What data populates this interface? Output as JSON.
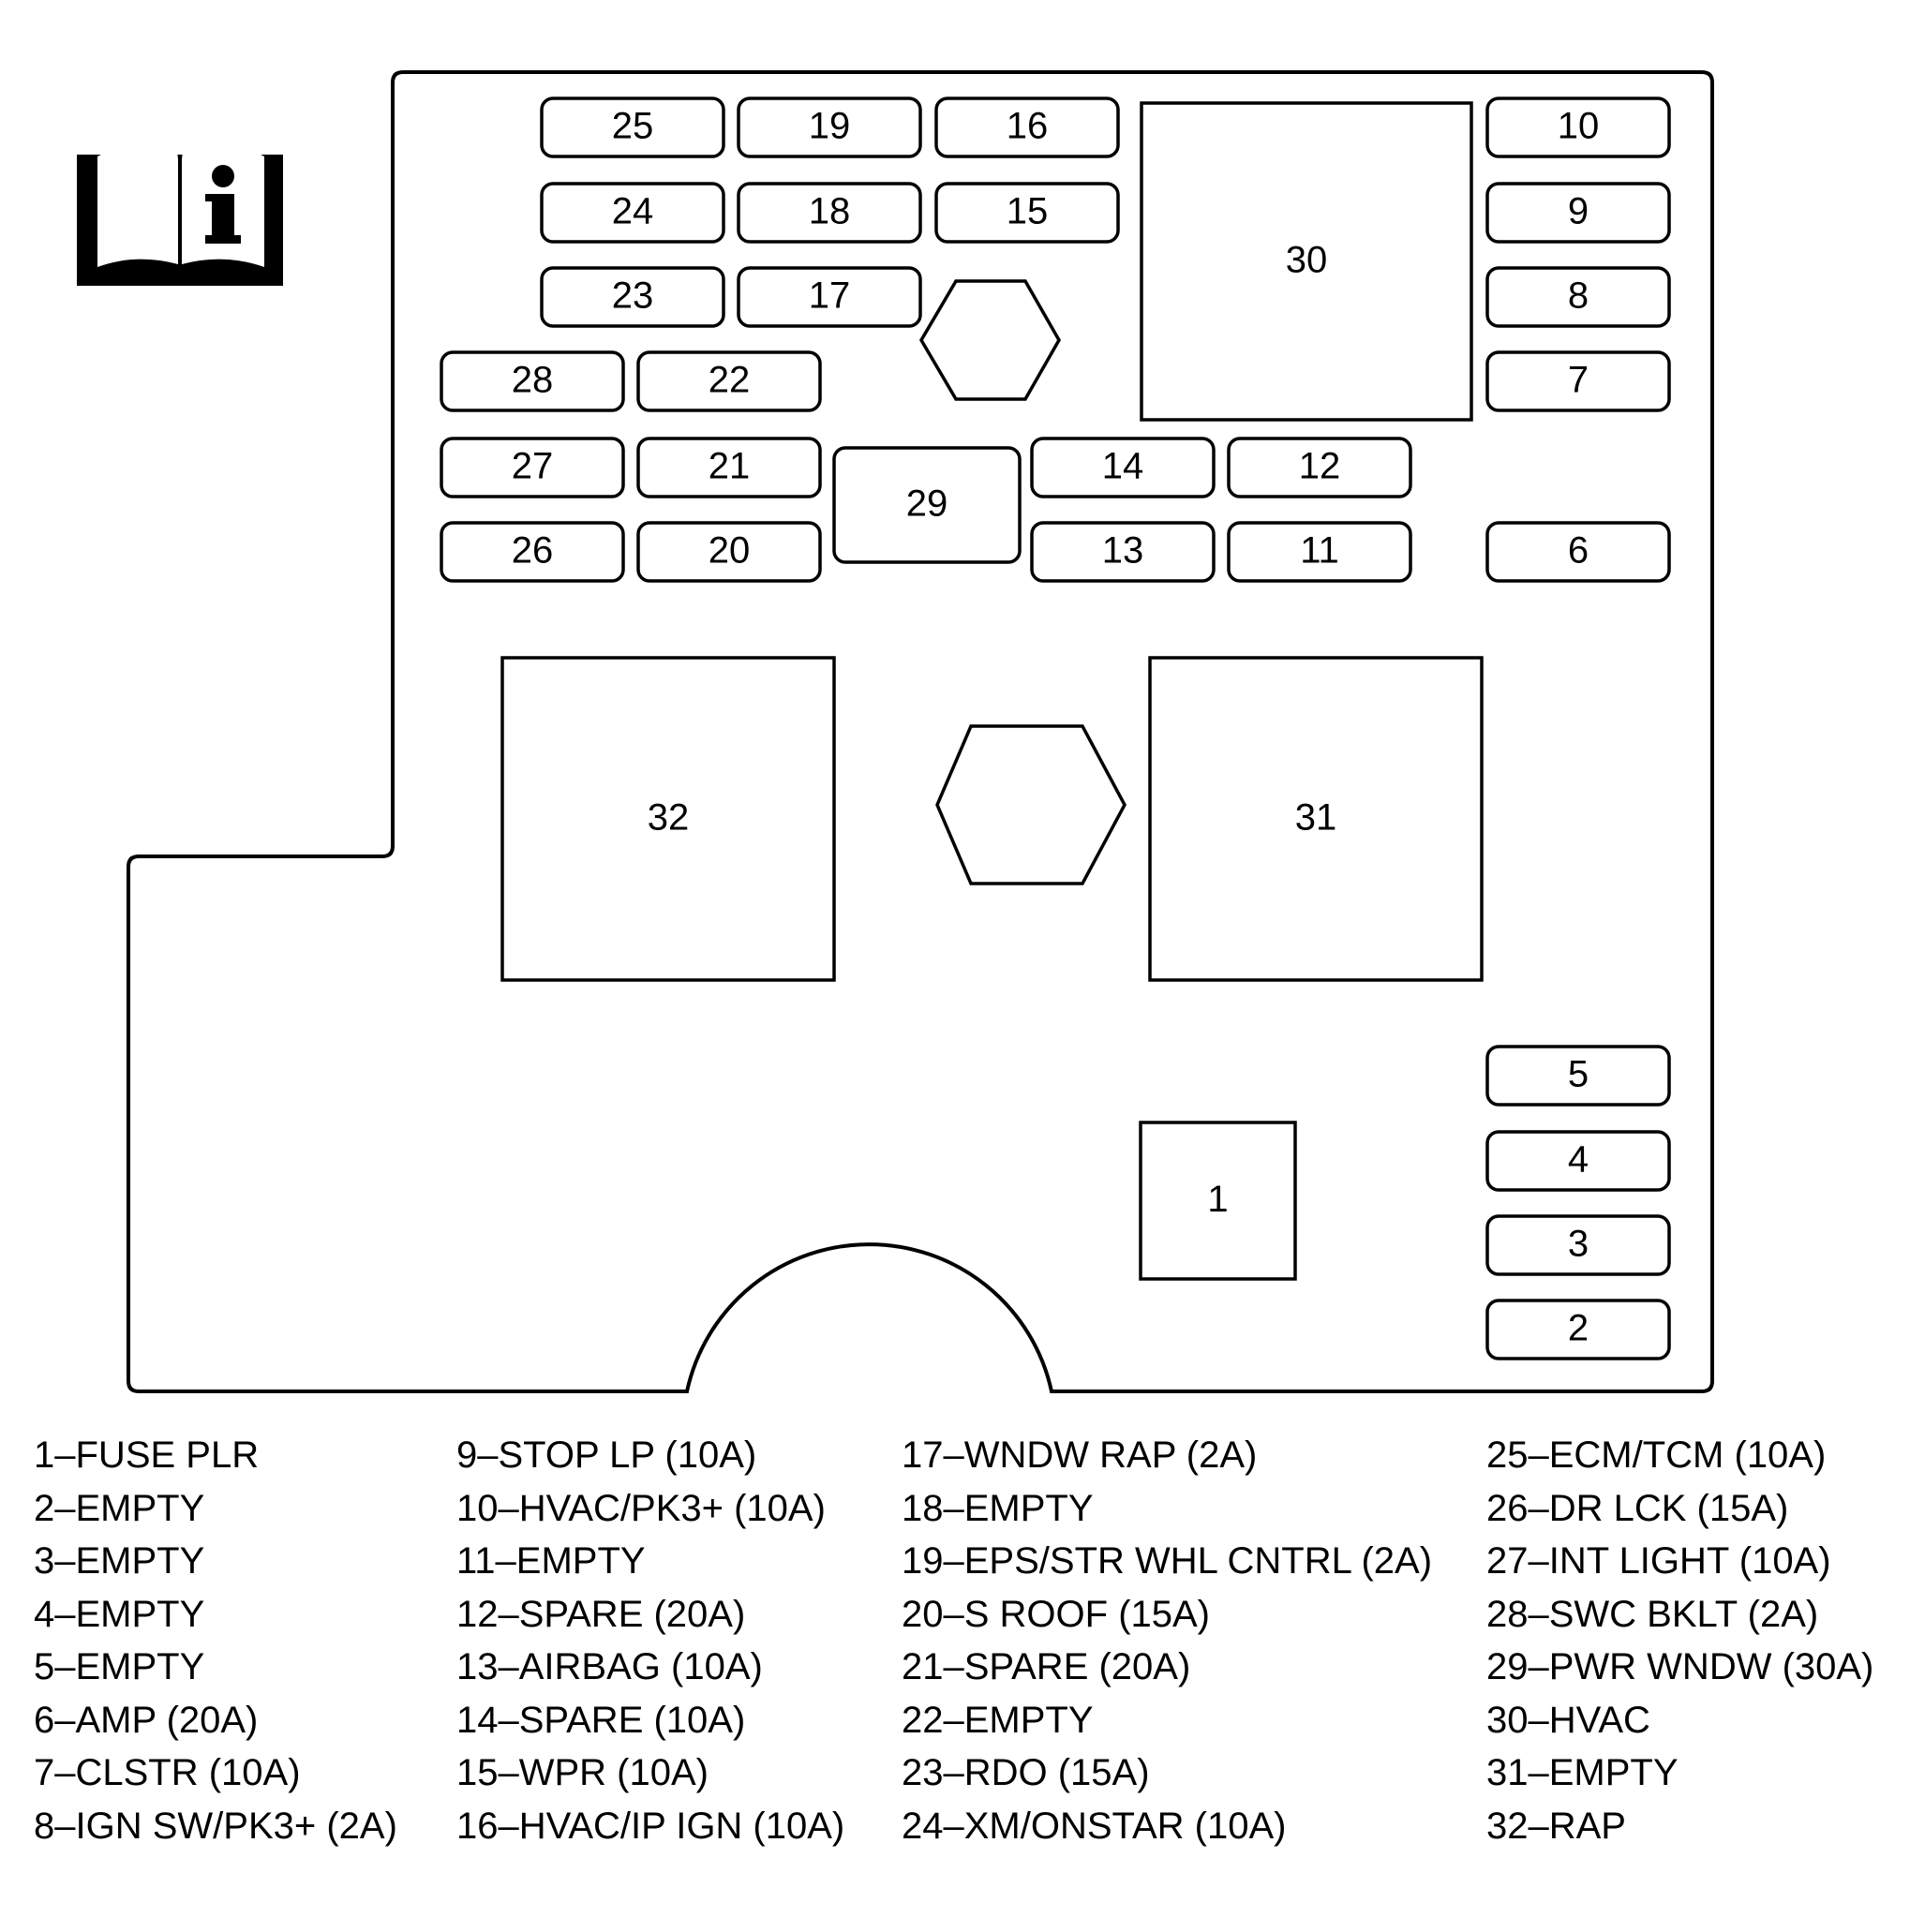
{
  "icon": "manual-info-icon",
  "fuse_slots": [
    {
      "id": "25",
      "kind": "fuse"
    },
    {
      "id": "19",
      "kind": "fuse"
    },
    {
      "id": "16",
      "kind": "fuse"
    },
    {
      "id": "10",
      "kind": "fuse"
    },
    {
      "id": "24",
      "kind": "fuse"
    },
    {
      "id": "18",
      "kind": "fuse"
    },
    {
      "id": "15",
      "kind": "fuse"
    },
    {
      "id": "9",
      "kind": "fuse"
    },
    {
      "id": "23",
      "kind": "fuse"
    },
    {
      "id": "17",
      "kind": "fuse"
    },
    {
      "id": "8",
      "kind": "fuse"
    },
    {
      "id": "28",
      "kind": "fuse"
    },
    {
      "id": "22",
      "kind": "fuse"
    },
    {
      "id": "7",
      "kind": "fuse"
    },
    {
      "id": "27",
      "kind": "fuse"
    },
    {
      "id": "21",
      "kind": "fuse"
    },
    {
      "id": "14",
      "kind": "fuse"
    },
    {
      "id": "12",
      "kind": "fuse"
    },
    {
      "id": "26",
      "kind": "fuse"
    },
    {
      "id": "20",
      "kind": "fuse"
    },
    {
      "id": "13",
      "kind": "fuse"
    },
    {
      "id": "11",
      "kind": "fuse"
    },
    {
      "id": "6",
      "kind": "fuse"
    },
    {
      "id": "29",
      "kind": "fuse"
    },
    {
      "id": "5",
      "kind": "fuse"
    },
    {
      "id": "4",
      "kind": "fuse"
    },
    {
      "id": "3",
      "kind": "fuse"
    },
    {
      "id": "2",
      "kind": "fuse"
    },
    {
      "id": "30",
      "kind": "relay"
    },
    {
      "id": "32",
      "kind": "relay"
    },
    {
      "id": "31",
      "kind": "relay"
    },
    {
      "id": "1",
      "kind": "relay"
    }
  ],
  "legend": [
    [
      "1–FUSE PLR",
      "2–EMPTY",
      "3–EMPTY",
      "4–EMPTY",
      "5–EMPTY",
      "6–AMP (20A)",
      "7–CLSTR (10A)",
      "8–IGN SW/PK3+ (2A)"
    ],
    [
      "9–STOP LP (10A)",
      "10–HVAC/PK3+ (10A)",
      "11–EMPTY",
      "12–SPARE (20A)",
      "13–AIRBAG (10A)",
      "14–SPARE (10A)",
      "15–WPR (10A)",
      "16–HVAC/IP IGN (10A)"
    ],
    [
      "17–WNDW RAP (2A)",
      "18–EMPTY",
      "19–EPS/STR WHL CNTRL (2A)",
      "20–S ROOF (15A)",
      "21–SPARE (20A)",
      "22–EMPTY",
      "23–RDO (15A)",
      "24–XM/ONSTAR (10A)"
    ],
    [
      "25–ECM/TCM (10A)",
      "26–DR LCK (15A)",
      "27–INT LIGHT (10A)",
      "28–SWC BKLT (2A)",
      "29–PWR WNDW (30A)",
      "30–HVAC",
      "31–EMPTY",
      "32–RAP"
    ]
  ]
}
